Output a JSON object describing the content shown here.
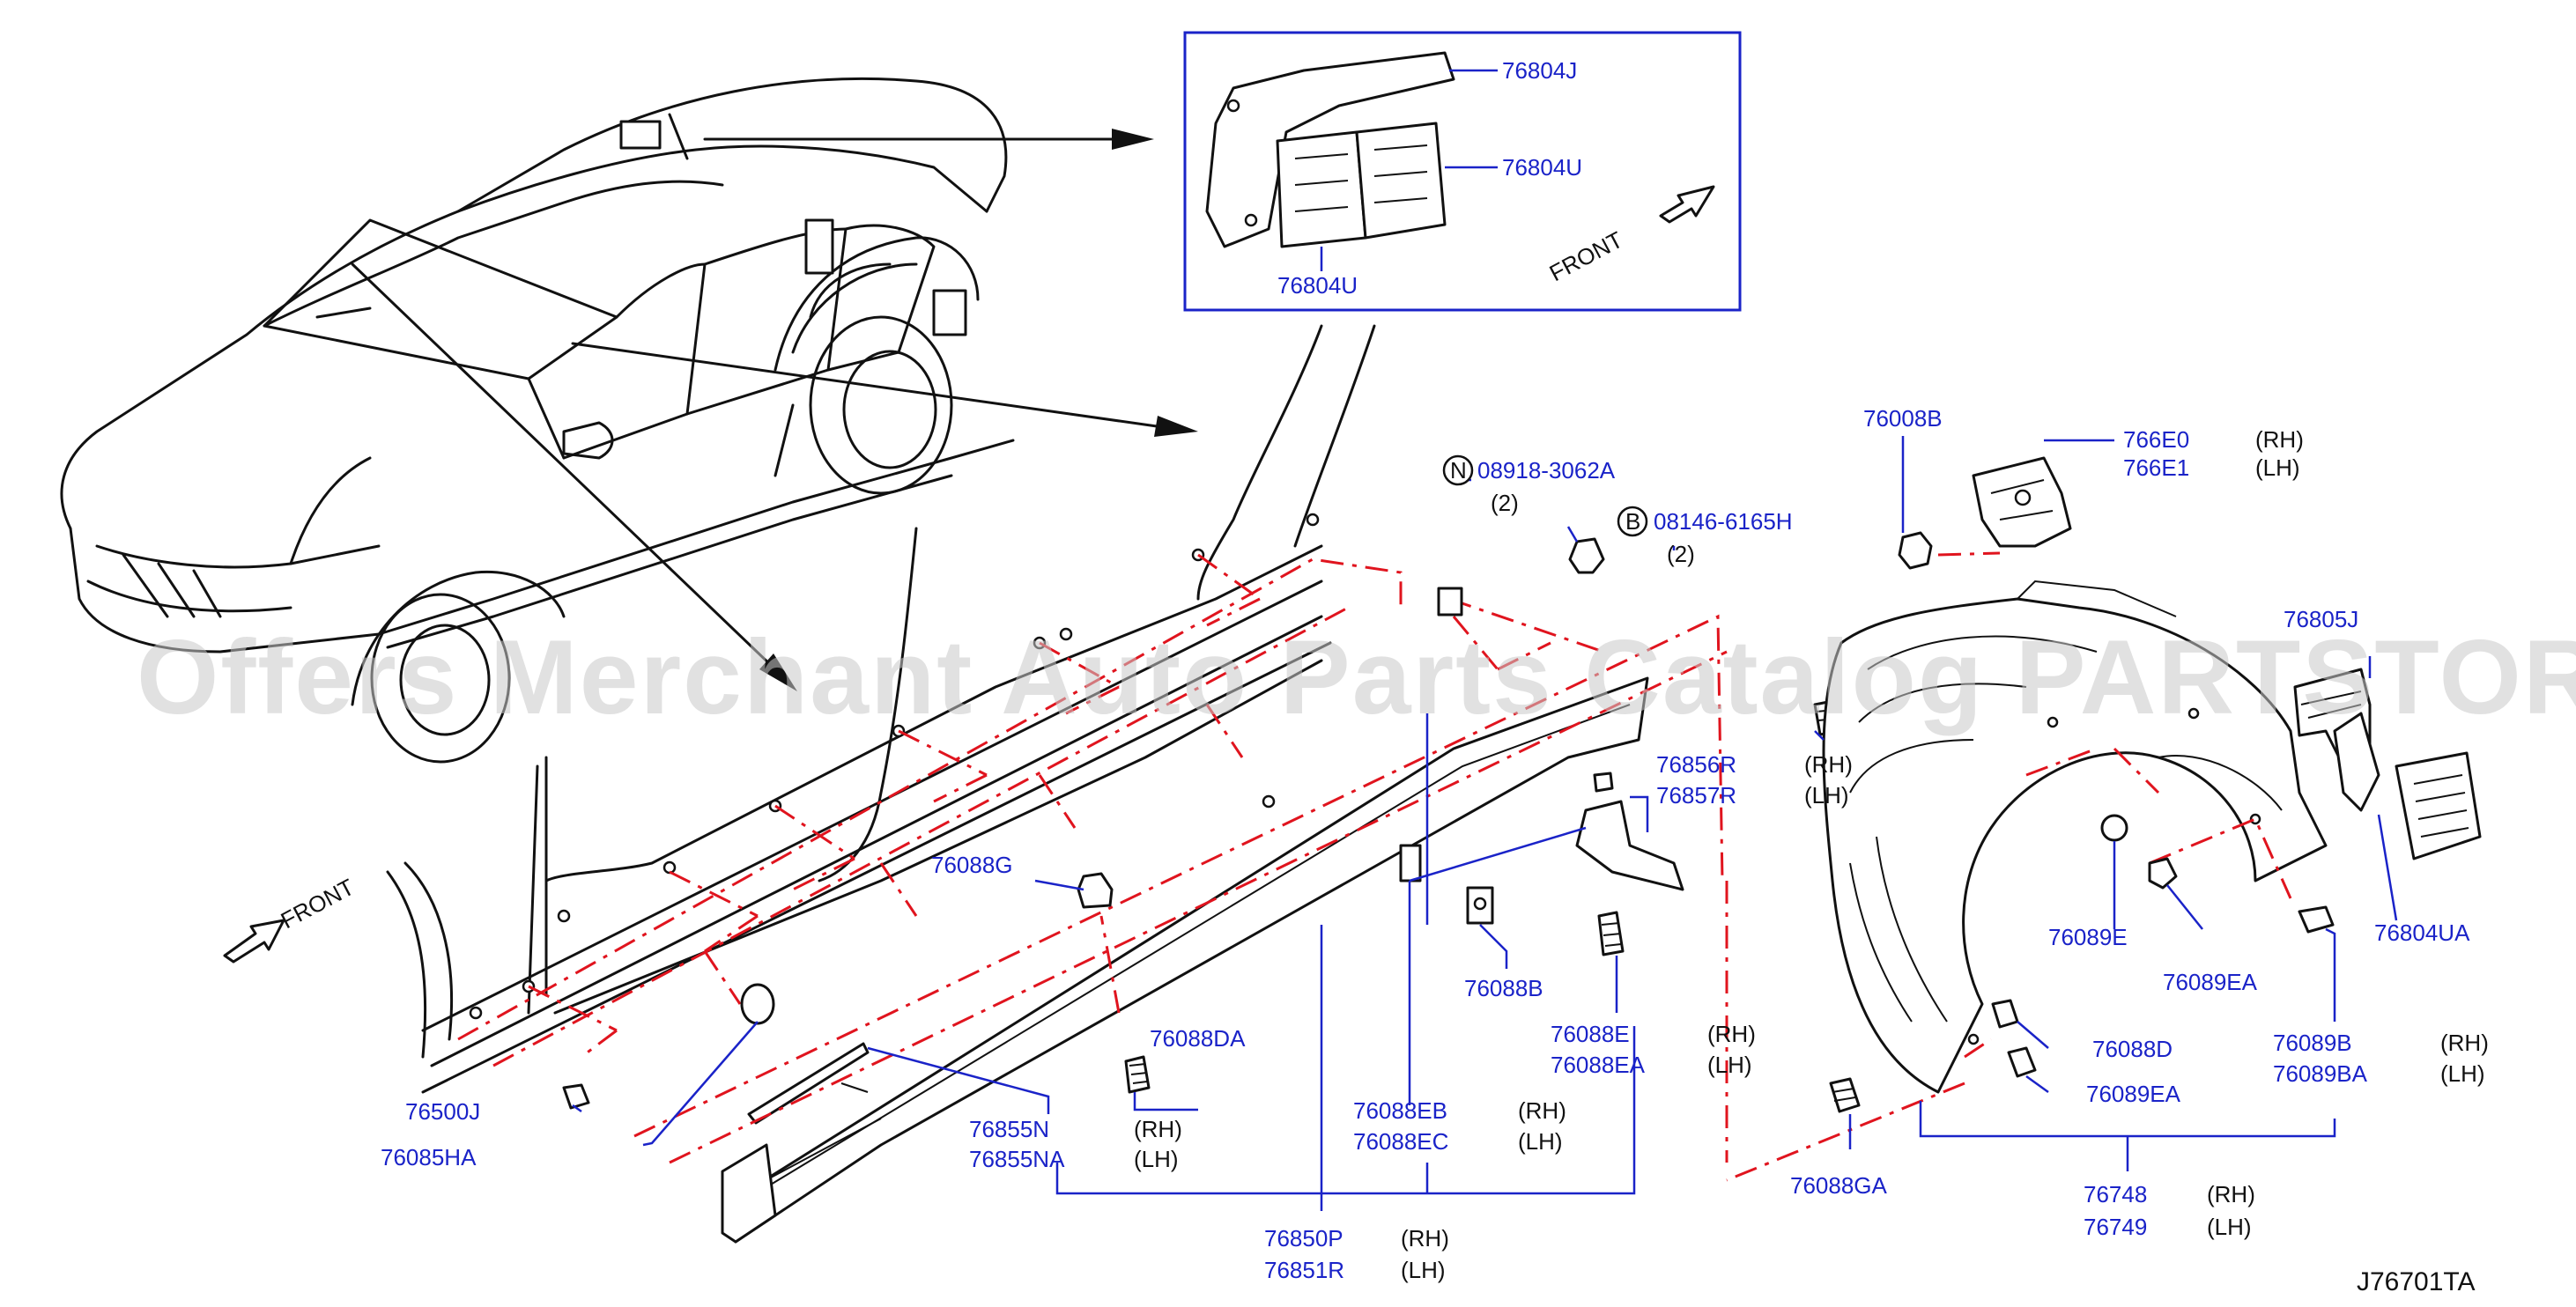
{
  "diagram": {
    "watermark": "Offers Merchant Auto Parts Catalog PARTSTORE.SA",
    "reference_code": "J76701TA",
    "front_labels": {
      "inset": "FRONT",
      "main": "FRONT"
    },
    "inset_labels": {
      "p76804J": "76804J",
      "p76804U_a": "76804U",
      "p76804U_b": "76804U"
    },
    "circle_marks": {
      "n": "N",
      "b": "B"
    },
    "parts": {
      "p08918": "08918-3062A",
      "p08918_qty": "(2)",
      "p08146": "08146-6165H",
      "p08146_qty": "(2)",
      "p76008B": "76008B",
      "p766E0": "766E0",
      "p766E0_side": "(RH)",
      "p766E1": "766E1",
      "p766E1_side": "(LH)",
      "p76805J": "76805J",
      "p76856R": "76856R",
      "p76857R": "76857R",
      "p76856_rh": "(RH)",
      "p76856_lh": "(LH)",
      "p76088G": "76088G",
      "p76088DA": "76088DA",
      "p76088B": "76088B",
      "p76088E": "76088E",
      "p76088EA": "76088EA",
      "p76088E_rh": "(RH)",
      "p76088E_lh": "(LH)",
      "p76088EB": "76088EB",
      "p76088EC": "76088EC",
      "p76088EB_rh": "(RH)",
      "p76088EB_lh": "(LH)",
      "p76500J": "76500J",
      "p76085HA": "76085HA",
      "p76855N": "76855N",
      "p76855NA": "76855NA",
      "p76855_rh": "(RH)",
      "p76855_lh": "(LH)",
      "p76850P": "76850P",
      "p76851R": "76851R",
      "p76850_rh": "(RH)",
      "p76850_lh": "(LH)",
      "p76089E": "76089E",
      "p76089EA_a": "76089EA",
      "p76804UA": "76804UA",
      "p76088D": "76088D",
      "p76089EA_b": "76089EA",
      "p76089B": "76089B",
      "p76089BA": "76089BA",
      "p76089B_rh": "(RH)",
      "p76089B_lh": "(LH)",
      "p76088GA": "76088GA",
      "p76748": "76748",
      "p76749": "76749",
      "p76748_rh": "(RH)",
      "p76748_lh": "(LH)"
    }
  }
}
